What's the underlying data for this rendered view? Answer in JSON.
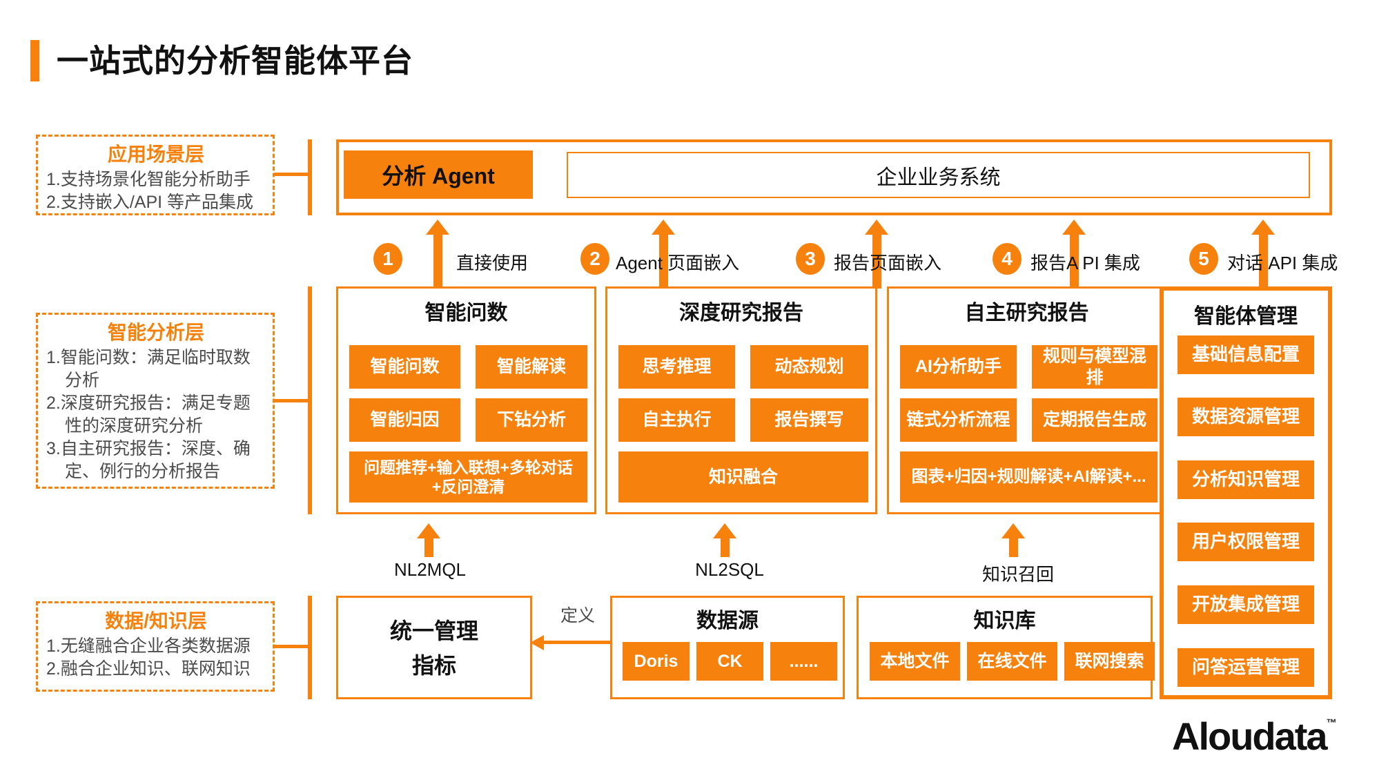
{
  "colors": {
    "orange": "#F6820D",
    "text_dark": "#111111",
    "text_gray": "#4B4B4B"
  },
  "title": "一站式的分析智能体平台",
  "left_panels": [
    {
      "title": "应用场景层",
      "items": [
        "1.支持场景化智能分析助手",
        "2.支持嵌入/API 等产品集成"
      ]
    },
    {
      "title": "智能分析层",
      "items": [
        "1.智能问数：满足临时取数分析",
        "2.深度研究报告：满足专题性的深度研究分析",
        "3.自主研究报告：深度、确定、例行的分析报告"
      ]
    },
    {
      "title": "数据/知识层",
      "items": [
        "1.无缝融合企业各类数据源",
        "2.融合企业知识、联网知识"
      ]
    }
  ],
  "top_band": {
    "agent_button": "分析 Agent",
    "business_system": "企业业务系统"
  },
  "integration_steps": [
    {
      "num": "1",
      "label": "直接使用"
    },
    {
      "num": "2",
      "label": "Agent 页面嵌入"
    },
    {
      "num": "3",
      "label": "报告页面嵌入"
    },
    {
      "num": "4",
      "label": "报告A PI 集成"
    },
    {
      "num": "5",
      "label": "对话 API 集成"
    }
  ],
  "columns": [
    {
      "title": "智能问数",
      "chips": [
        "智能问数",
        "智能解读",
        "智能归因",
        "下钻分析"
      ],
      "wide_chip": "问题推荐+输入联想+多轮对话+反问澄清"
    },
    {
      "title": "深度研究报告",
      "chips": [
        "思考推理",
        "动态规划",
        "自主执行",
        "报告撰写"
      ],
      "wide_chip": "知识融合"
    },
    {
      "title": "自主研究报告",
      "chips": [
        "AI分析助手",
        "规则与模型混排",
        "链式分析流程",
        "定期报告生成"
      ],
      "wide_chip": "图表+归因+规则解读+AI解读+..."
    }
  ],
  "management_column": {
    "title": "智能体管理",
    "chips": [
      "基础信息配置",
      "数据资源管理",
      "分析知识管理",
      "用户权限管理",
      "开放集成管理",
      "问答运营管理"
    ]
  },
  "mid_arrows": [
    {
      "label": "NL2MQL"
    },
    {
      "label": "NL2SQL"
    },
    {
      "label": "知识召回"
    }
  ],
  "bottom_band": {
    "metrics_box": {
      "line1": "统一管理",
      "line2": "指标"
    },
    "define_label": "定义",
    "datasource": {
      "title": "数据源",
      "chips": [
        "Doris",
        "CK",
        "......"
      ]
    },
    "knowledge": {
      "title": "知识库",
      "chips": [
        "本地文件",
        "在线文件",
        "联网搜索"
      ]
    }
  },
  "logo": {
    "text": "Aloudata",
    "tm": "™"
  }
}
